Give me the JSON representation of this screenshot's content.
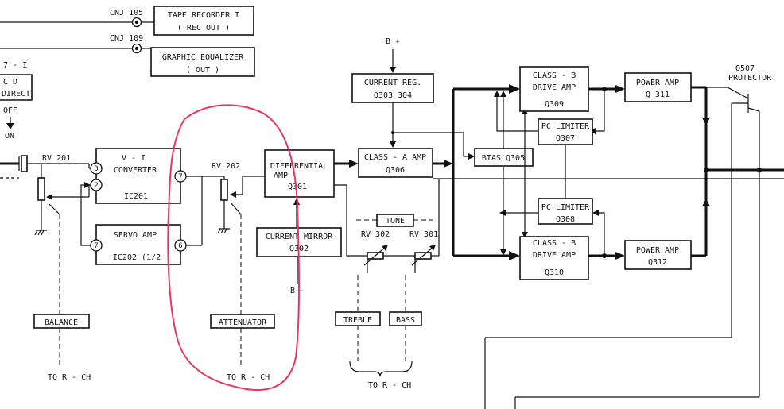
{
  "boxes": {
    "tape": {
      "line1": "TAPE RECORDER I",
      "line2": "( REC OUT )"
    },
    "geq": {
      "line1": "GRAPHIC EQUALIZER",
      "line2": "( OUT )"
    },
    "cd": {
      "line1": "C D",
      "line2": "DIRECT"
    },
    "vi": {
      "line1": "V - I",
      "line2": "CONVERTER",
      "line3": "IC201"
    },
    "servo": {
      "line1": "SERVO  AMP",
      "line2": "IC202 (1/2"
    },
    "diff": {
      "line1": "DIFFERENTIAL",
      "line2": "AMP",
      "line3": "Q301"
    },
    "mirror": {
      "line1": "CURRENT MIRROR",
      "line2": "Q302"
    },
    "creg": {
      "line1": "CURRENT REG.",
      "line2": "Q303 304"
    },
    "classa": {
      "line1": "CLASS - A  AMP",
      "line2": "Q306"
    },
    "bias": {
      "line1": "BIAS  Q305"
    },
    "cbu": {
      "line1": "CLASS - B",
      "line2": "DRIVE AMP",
      "line3": "Q309"
    },
    "pclu": {
      "line1": "PC LIMITER",
      "line2": "Q307"
    },
    "pcll": {
      "line1": "PC LIMITER",
      "line2": "Q308"
    },
    "cbl": {
      "line1": "CLASS - B",
      "line2": "DRIVE AMP",
      "line3": "Q310"
    },
    "pau": {
      "line1": "POWER  AMP",
      "line2": "Q 311"
    },
    "pal": {
      "line1": "POWER  AMP",
      "line2": "Q312"
    },
    "tone": {
      "label": "TONE"
    },
    "balance": {
      "label": "BALANCE"
    },
    "attenuator": {
      "label": "ATTENUATOR"
    },
    "treble": {
      "label": "TREBLE"
    },
    "bass": {
      "label": "BASS"
    }
  },
  "labels": {
    "cnj105": "CNJ 105",
    "cnj109": "CNJ 109",
    "switch_id": "7 - I",
    "off": "OFF",
    "on": "ON",
    "rv201": "RV 201",
    "rv202": "RV 202",
    "rv302": "RV 302",
    "rv301": "RV 301",
    "bplus": "B +",
    "bminus": "B -",
    "q507": "Q507",
    "protector": "PROTECTOR",
    "torch1": "TO  R - CH",
    "torch2": "TO  R - CH",
    "torch3": "TO  R - CH"
  },
  "pins": {
    "p3": "3",
    "p2": "2",
    "p7a": "7",
    "p7b": "7",
    "p6": "6"
  },
  "annotation": {
    "color": "#e8365d",
    "shape": "hand-drawn ellipse around attenuator section"
  }
}
